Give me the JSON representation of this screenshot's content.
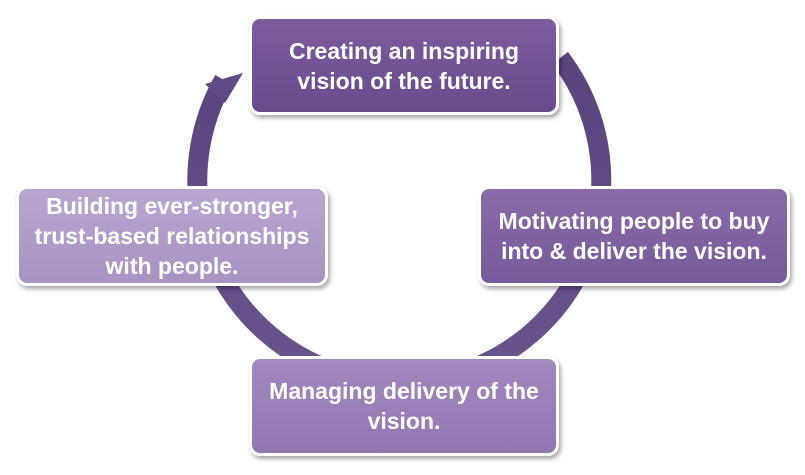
{
  "diagram": {
    "steps": [
      {
        "label": "Creating an inspiring vision of the future."
      },
      {
        "label": "Motivating people to buy into & deliver the vision."
      },
      {
        "label": "Managing delivery of the vision."
      },
      {
        "label": "Building ever-stronger, trust-based relationships with people."
      }
    ],
    "colors": {
      "ring": "#5e4a84",
      "step_1": "#6e4f92",
      "step_2": "#7d5fa0",
      "step_3": "#9a7fb8",
      "step_4": "#b09bc8"
    }
  }
}
